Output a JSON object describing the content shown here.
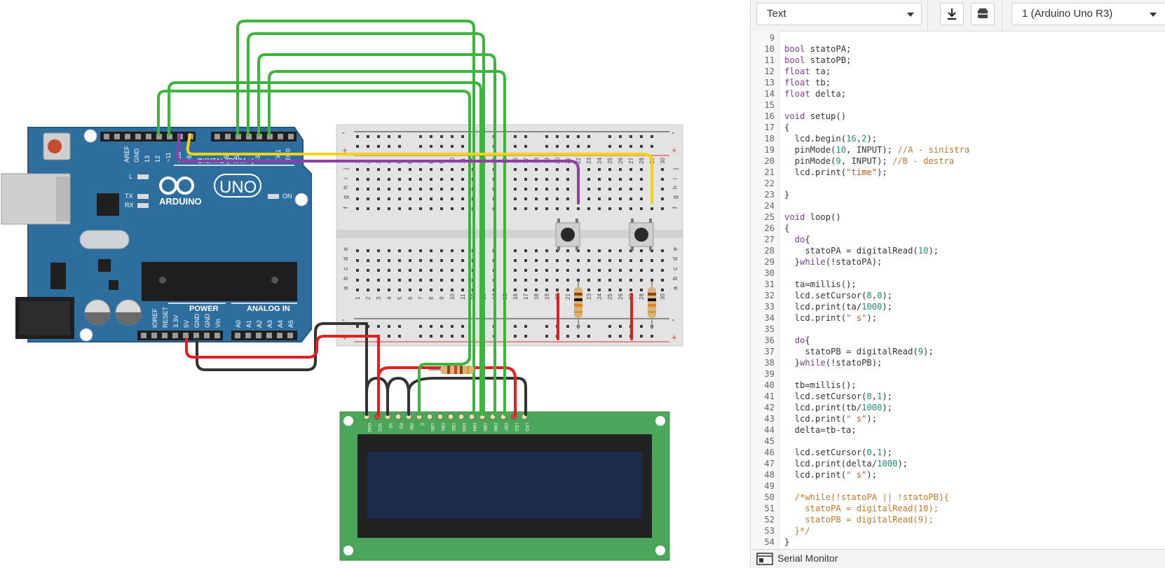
{
  "board_labels": {
    "aref": "AREF",
    "gnd": "GND",
    "d13": "13",
    "d12": "12",
    "d11": "~11",
    "d10": "~10",
    "d9": "~9",
    "d8": "8",
    "d7": "7",
    "d6": "~6",
    "d5": "~5",
    "d4": "4",
    "d3": "~3",
    "d2": "2",
    "tx1": "TX 1",
    "rx0": "RX 0",
    "digital": "DIGITAL (PWM ~)",
    "l": "L",
    "tx": "TX",
    "rx": "RX",
    "on": "ON",
    "brand": "ARDUINO",
    "uno": "UNO",
    "power": "POWER",
    "analog": "ANALOG IN",
    "ioref": "IOREF",
    "reset": "RESET",
    "v33": "3.3V",
    "v5": "5V",
    "gnd1": "GND",
    "gnd2": "GND",
    "vin": "Vin",
    "a0": "A0",
    "a1": "A1",
    "a2": "A2",
    "a3": "A3",
    "a4": "A4",
    "a5": "A5"
  },
  "breadboard": {
    "row_letters_top": [
      "j",
      "i",
      "h",
      "g",
      "f"
    ],
    "row_letters_bottom": [
      "e",
      "d",
      "c",
      "b",
      "a"
    ],
    "plus": "+",
    "minus": "-",
    "columns": [
      "1",
      "2",
      "3",
      "4",
      "5",
      "6",
      "7",
      "8",
      "9",
      "10",
      "11",
      "12",
      "13",
      "14",
      "15",
      "16",
      "17",
      "18",
      "19",
      "20",
      "21",
      "22",
      "23",
      "24",
      "25",
      "26",
      "27",
      "28",
      "29",
      "30"
    ]
  },
  "lcd": {
    "pins": [
      "GND",
      "VCC",
      "V0",
      "RS",
      "RW",
      "E",
      "DB0",
      "DB1",
      "DB2",
      "DB3",
      "DB4",
      "DB5",
      "DB6",
      "DB7",
      "LED",
      "LED"
    ]
  },
  "toolbar": {
    "mode": "Text",
    "board": "1 (Arduino Uno R3)",
    "download_icon": "download-icon",
    "library_icon": "library-icon"
  },
  "code": [
    {
      "n": "9",
      "t": ""
    },
    {
      "n": "10",
      "t": "bool statoPA;"
    },
    {
      "n": "11",
      "t": "bool statoPB;"
    },
    {
      "n": "12",
      "t": "float ta;"
    },
    {
      "n": "13",
      "t": "float tb;"
    },
    {
      "n": "14",
      "t": "float delta;"
    },
    {
      "n": "15",
      "t": ""
    },
    {
      "n": "16",
      "t": "void setup()"
    },
    {
      "n": "17",
      "t": "{"
    },
    {
      "n": "18",
      "t": "  lcd.begin(16,2);"
    },
    {
      "n": "19",
      "t": "  pinMode(10, INPUT); //A - sinistra"
    },
    {
      "n": "20",
      "t": "  pinMode(9, INPUT); //B - destra"
    },
    {
      "n": "21",
      "t": "  lcd.print(\"time\");"
    },
    {
      "n": "22",
      "t": ""
    },
    {
      "n": "23",
      "t": "}"
    },
    {
      "n": "24",
      "t": ""
    },
    {
      "n": "25",
      "t": "void loop()"
    },
    {
      "n": "26",
      "t": "{"
    },
    {
      "n": "27",
      "t": "  do{"
    },
    {
      "n": "28",
      "t": "    statoPA = digitalRead(10);"
    },
    {
      "n": "29",
      "t": "  }while(!statoPA);"
    },
    {
      "n": "30",
      "t": ""
    },
    {
      "n": "31",
      "t": "  ta=millis();"
    },
    {
      "n": "32",
      "t": "  lcd.setCursor(8,0);"
    },
    {
      "n": "33",
      "t": "  lcd.print(ta/1000);"
    },
    {
      "n": "34",
      "t": "  lcd.print(\" s\");"
    },
    {
      "n": "35",
      "t": ""
    },
    {
      "n": "36",
      "t": "  do{"
    },
    {
      "n": "37",
      "t": "    statoPB = digitalRead(9);"
    },
    {
      "n": "38",
      "t": "  }while(!statoPB);"
    },
    {
      "n": "39",
      "t": ""
    },
    {
      "n": "40",
      "t": "  tb=millis();"
    },
    {
      "n": "41",
      "t": "  lcd.setCursor(8,1);"
    },
    {
      "n": "42",
      "t": "  lcd.print(tb/1000);"
    },
    {
      "n": "43",
      "t": "  lcd.print(\" s\");"
    },
    {
      "n": "44",
      "t": "  delta=tb-ta;"
    },
    {
      "n": "45",
      "t": ""
    },
    {
      "n": "46",
      "t": "  lcd.setCursor(0,1);"
    },
    {
      "n": "47",
      "t": "  lcd.print(delta/1000);"
    },
    {
      "n": "48",
      "t": "  lcd.print(\" s\");"
    },
    {
      "n": "49",
      "t": ""
    },
    {
      "n": "50",
      "t": "  /*while(!statoPA || !statoPB){"
    },
    {
      "n": "51",
      "t": "    statoPA = digitalRead(10);"
    },
    {
      "n": "52",
      "t": "    statoPB = digitalRead(9);"
    },
    {
      "n": "53",
      "t": "  }*/"
    },
    {
      "n": "54",
      "t": "}"
    }
  ],
  "serial_monitor": "Serial Monitor",
  "colors": {
    "board": "#2e6e9e",
    "breadboard": "#e3e3e3",
    "lcd_pcb": "#4ca65a",
    "lcd_screen": "#1d2b4a",
    "wire_green": "#3db53d",
    "wire_yellow": "#f2d21b",
    "wire_purple": "#8e3fa8",
    "wire_red": "#e02020",
    "wire_black": "#333333"
  }
}
